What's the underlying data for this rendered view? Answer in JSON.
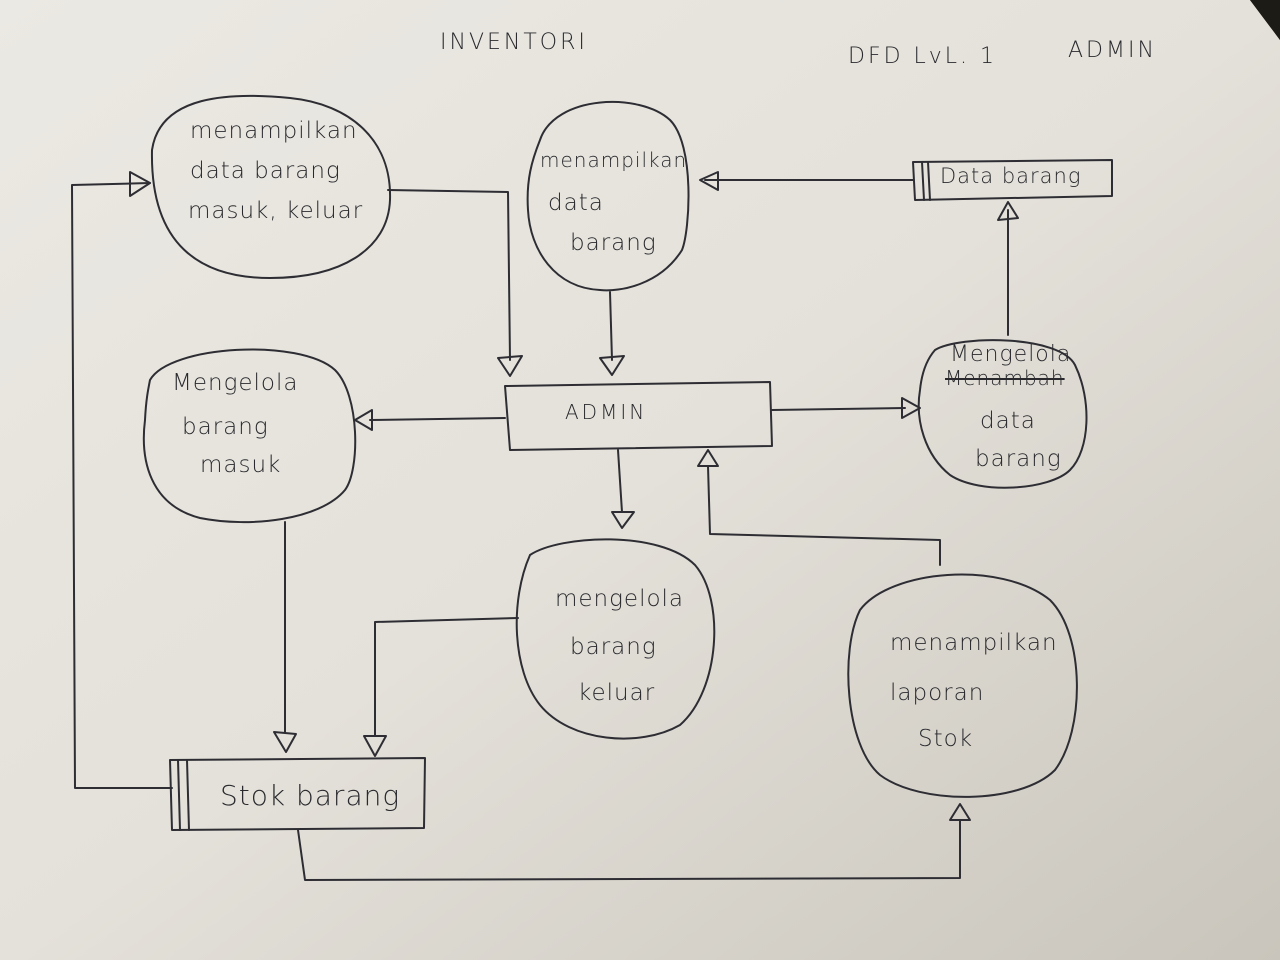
{
  "header": {
    "title": "INVENTORI",
    "level": "DFD LvL. 1",
    "actor": "ADMIN"
  },
  "entity": {
    "label": "ADMIN"
  },
  "processes": [
    {
      "id": "p1",
      "lines": [
        "menampilkan",
        "data barang",
        "masuk, keluar"
      ]
    },
    {
      "id": "p2",
      "lines": [
        "menampilkan",
        "data",
        "barang"
      ]
    },
    {
      "id": "p3",
      "lines": [
        "Mengelola",
        "barang",
        "masuk"
      ]
    },
    {
      "id": "p4",
      "lines": [
        "Mengelola",
        "Menambah",
        "data",
        "barang"
      ],
      "struck": "Menambah"
    },
    {
      "id": "p5",
      "lines": [
        "mengelola",
        "barang",
        "keluar"
      ]
    },
    {
      "id": "p6",
      "lines": [
        "menampilkan",
        "laporan",
        "Stok"
      ]
    }
  ],
  "stores": [
    {
      "id": "s1",
      "label": "Data barang"
    },
    {
      "id": "s2",
      "label": "Stok barang"
    }
  ],
  "colors": {
    "paper": "#e6e3dc",
    "ink": "#2a2a2e"
  }
}
